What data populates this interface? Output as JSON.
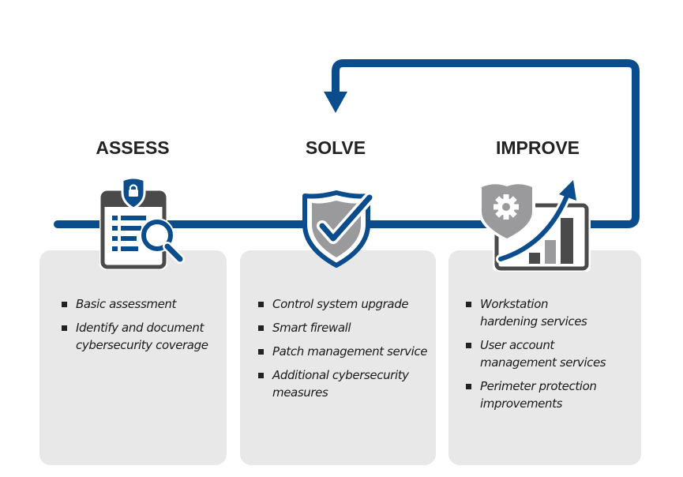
{
  "diagram": {
    "accent_color": "#0b4c8c",
    "icon_dark_color": "#4a4a4a",
    "icon_gray_color": "#9a9a9c",
    "card_color": "#e8e8e8",
    "stages": [
      {
        "title": "ASSESS",
        "icon": "clipboard-magnifier-icon",
        "items": [
          "Basic assessment",
          "Identify and document cybersecurity coverage"
        ]
      },
      {
        "title": "SOLVE",
        "icon": "shield-check-icon",
        "items": [
          "Control system upgrade",
          "Smart firewall",
          "Patch management service",
          "Additional cybersecurity measures"
        ]
      },
      {
        "title": "IMPROVE",
        "icon": "shield-gear-growth-chart-icon",
        "items": [
          "Workstation hardening services",
          "User account management services",
          "Perimeter protection improvements"
        ]
      }
    ],
    "loop_arrow": "feedback-arrow-from-improve-to-solve"
  }
}
